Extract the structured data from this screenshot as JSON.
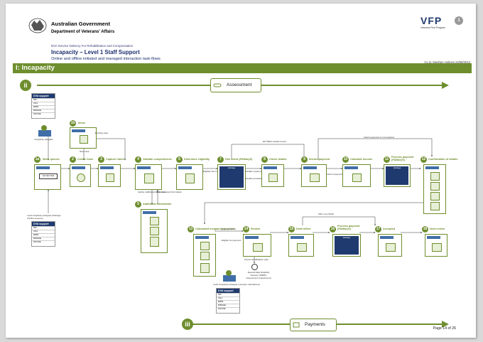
{
  "header": {
    "gov_line1": "Australian Government",
    "gov_line2": "Department of Veterans' Affairs",
    "subtitle": "DVA Service Delivery For Rehabilitation and Compensation",
    "title": "Incapacity – Level 1 Staff Support",
    "title_sub": "Online and offline initiated and managed interaction task-flows",
    "version": "V1.11 Stephen Holmes 24/06/2013",
    "vfp_text": "VFP",
    "vfp_caption": "Veterans First Program",
    "vfp_number": "1"
  },
  "section": {
    "band_label": "I: Incapacity"
  },
  "phases": [
    {
      "marker": "ii",
      "label": "Assessment"
    },
    {
      "marker": "iii",
      "label": "Payments"
    }
  ],
  "steps": [
    {
      "num": "1a",
      "label": "Work queues"
    },
    {
      "num": "1b",
      "label": "Inbox"
    },
    {
      "num": "2",
      "label": "Create Case"
    },
    {
      "num": "3",
      "label": "Capture intent"
    },
    {
      "num": "4",
      "label": "Validate completeness"
    },
    {
      "num": "5",
      "label": "Additional information"
    },
    {
      "num": "6",
      "label": "Determine eligibility"
    },
    {
      "num": "7",
      "label": "Hire client (PAMaryS)"
    },
    {
      "num": "8",
      "label": "Check details"
    },
    {
      "num": "9",
      "label": "Interim payment"
    },
    {
      "num": "10",
      "label": "Calculate income"
    },
    {
      "num": "11",
      "label": "Process payment (PAMaryS)"
    },
    {
      "num": "12",
      "label": "Confirmation of details"
    },
    {
      "num": "13",
      "label": "Calculated incapacity payment"
    },
    {
      "num": "14",
      "label": "Review"
    },
    {
      "num": "15",
      "label": "Draft offers"
    },
    {
      "num": "16",
      "label": "Process payment (PAMaryS)"
    },
    {
      "num": "17",
      "label": "Accepted"
    },
    {
      "num": "18",
      "label": "Next review"
    }
  ],
  "notes": {
    "existing_case": "Existing case",
    "new_case": "New case",
    "gather": "Gather additional information",
    "enter_recvd": "Enter received information",
    "eligible": "Eligible/ No Change",
    "details_required": "Details required",
    "details_provided": "Details provided",
    "eft_bank": "EFT/Bank details known",
    "interim_not_required": "Interim payment is not required",
    "interim_required": "Interim payment is required",
    "more_evidence": "More evidence",
    "eligible_payment": "Eligible for payment",
    "offer_over": "Offer over $10K",
    "check_rehab": "Check rehabilitation plan",
    "srdp": "Special Rate Disability Pension (SRDP) Assessment (Impairment)",
    "get_next": "Get Next Task",
    "dark_box": "Heritage"
  },
  "personas": [
    {
      "label": "Incapacity delegate"
    },
    {
      "label": "Lead Incapacity delegate (Manage eOnline queues)"
    },
    {
      "label": "Lead Incapacity delegate (complex calculations)"
    }
  ],
  "dva_support": {
    "title": "DVA support",
    "rows": [
      "ISIS",
      "COLL",
      "EMMS",
      "IMANAGE",
      "DVA ONE"
    ]
  },
  "footer": {
    "page": "Page 14 of 26"
  }
}
